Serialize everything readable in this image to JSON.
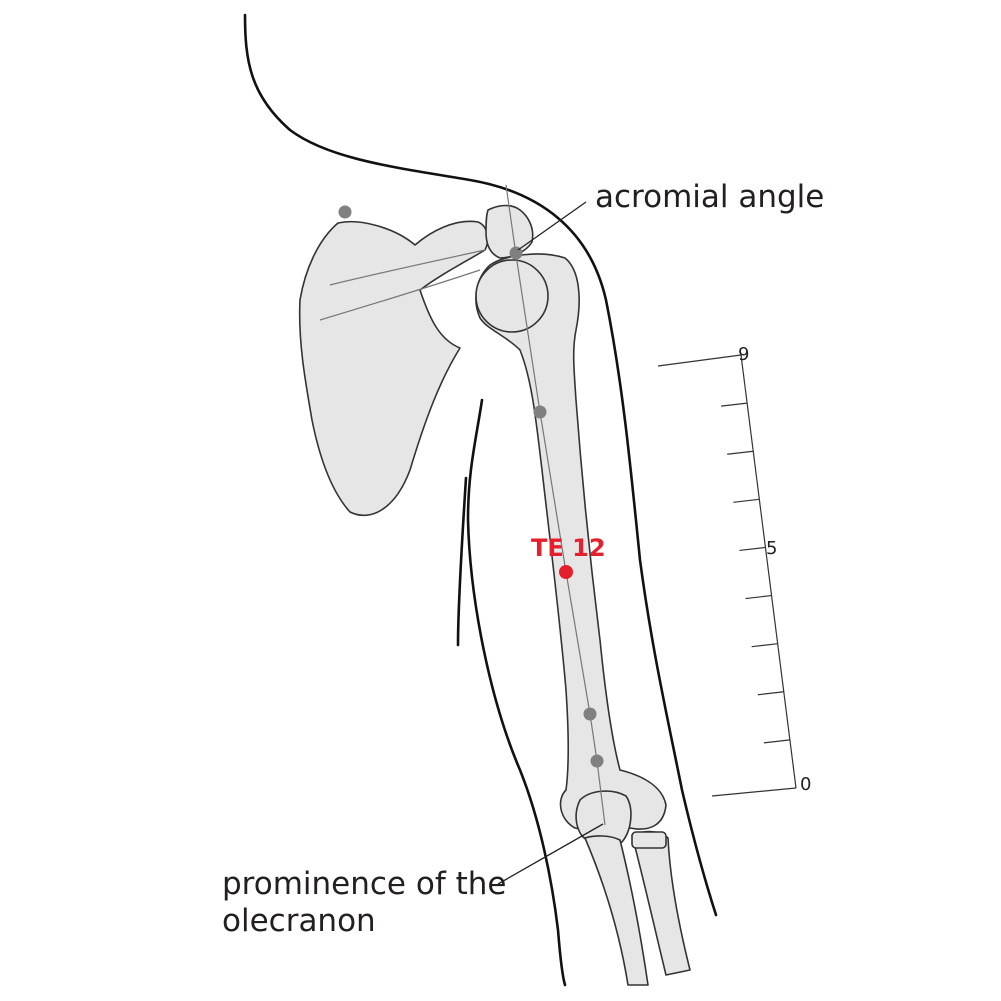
{
  "labels": {
    "acromial_angle": "acromial angle",
    "olecranon_line1": "prominence of the",
    "olecranon_line2": "olecranon",
    "point_name": "TE 12"
  },
  "ruler": {
    "top_label": "9",
    "middle_label": "5",
    "bottom_label": "0",
    "divisions": 9
  },
  "colors": {
    "point_highlight": "#e5202c",
    "reference_point": "#808080",
    "bone_fill": "#e6e6e7",
    "outline": "#111111"
  }
}
